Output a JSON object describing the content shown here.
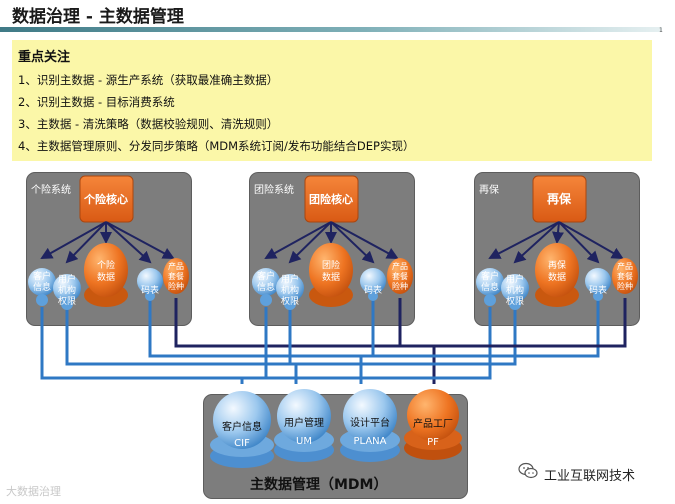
{
  "title": "数据治理 - 主数据管理",
  "page_number": "1",
  "focus": {
    "heading": "重点关注",
    "lines": [
      "1、识别主数据 - 源生产系统（获取最准确主数据）",
      "2、识别主数据 - 目标消费系统",
      "3、主数据 - 清洗策略（数据校验规则、清洗规则）",
      "4、主数据管理原则、分发同步策略（MDM系统订阅/发布功能结合DEP实现）"
    ]
  },
  "systems": [
    {
      "label": "个险系统",
      "core": "个险核心",
      "data": [
        "个险",
        "数据"
      ],
      "customer": [
        "客户",
        "信息"
      ],
      "org": [
        "用户",
        "机构",
        "权限"
      ],
      "code": "码表",
      "product": [
        "产品",
        "套餐",
        "险种"
      ]
    },
    {
      "label": "团险系统",
      "core": "团险核心",
      "data": [
        "团险",
        "数据"
      ],
      "customer": [
        "客户",
        "信息"
      ],
      "org": [
        "用户",
        "机构",
        "权限"
      ],
      "code": "码表",
      "product": [
        "产品",
        "套餐",
        "险种"
      ]
    },
    {
      "label": "再保",
      "core": "再保",
      "data": [
        "再保",
        "数据"
      ],
      "customer": [
        "客户",
        "信息"
      ],
      "org": [
        "用户",
        "机构",
        "权限"
      ],
      "code": "码表",
      "product": [
        "产品",
        "套餐",
        "险种"
      ]
    }
  ],
  "mdm": {
    "title": "主数据管理（MDM）",
    "nodes": [
      {
        "name": "客户信息",
        "code": "CIF"
      },
      {
        "name": "用户管理",
        "code": "UM"
      },
      {
        "name": "设计平台",
        "code": "PLANA"
      },
      {
        "name": "产品工厂",
        "code": "PF"
      }
    ]
  },
  "watermark_left": "大数据治理",
  "watermark_right": "工业互联网技术",
  "colors": {
    "orange": "#ea6c1e",
    "blue_line": "#2f78c4",
    "navy_line": "#1f2360",
    "panel": "#7d7d7d",
    "highlight": "#fbf7a8"
  }
}
